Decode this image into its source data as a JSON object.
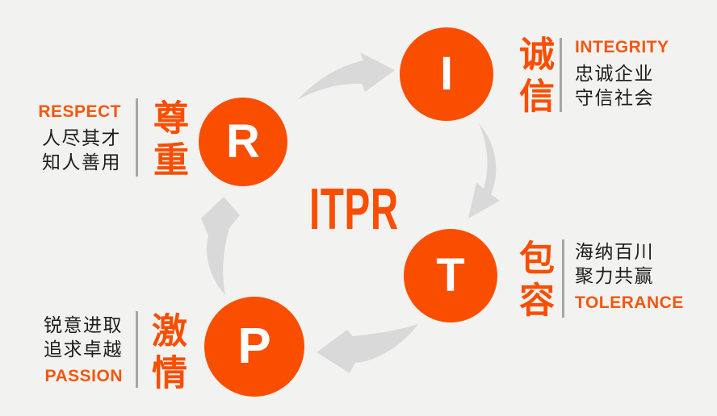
{
  "title": "ITPR",
  "colors": {
    "primary_orange": "#f94e00",
    "label_orange": "#f2570f",
    "arrow_gray": "#d9d9d9",
    "divider_gray": "#a6a6a6",
    "text_black": "#1d1d1d",
    "background": "#f2f2f1",
    "circle_letter_white": "#ffffff"
  },
  "nodes": [
    {
      "id": "integrity",
      "letter": "I",
      "cn": "诚信",
      "en": "INTEGRITY",
      "desc1": "忠诚企业",
      "desc2": "守信社会"
    },
    {
      "id": "tolerance",
      "letter": "T",
      "cn": "包容",
      "en": "TOLERANCE",
      "desc1": "海纳百川",
      "desc2": "聚力共赢"
    },
    {
      "id": "passion",
      "letter": "P",
      "cn": "激情",
      "en": "PASSION",
      "desc1": "锐意进取",
      "desc2": "追求卓越"
    },
    {
      "id": "respect",
      "letter": "R",
      "cn": "尊重",
      "en": "RESPECT",
      "desc1": "人尽其才",
      "desc2": "知人善用"
    }
  ],
  "arrows": [
    {
      "name": "arrow-r-to-i",
      "from": "R",
      "to": "I"
    },
    {
      "name": "arrow-i-to-t",
      "from": "I",
      "to": "T"
    },
    {
      "name": "arrow-t-to-p",
      "from": "T",
      "to": "P"
    },
    {
      "name": "arrow-p-to-r",
      "from": "P",
      "to": "R"
    }
  ]
}
